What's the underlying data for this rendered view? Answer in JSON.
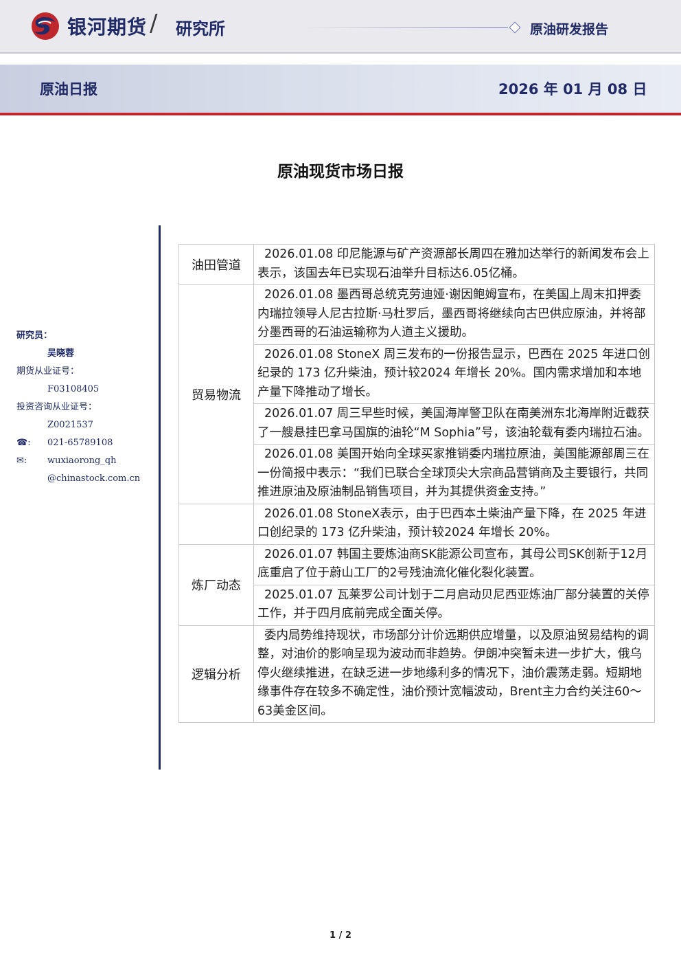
{
  "header": {
    "brand": "银河期货",
    "slash": "/",
    "sub": "研究所",
    "report_type": "原油研发报告",
    "daily": "原油日报",
    "date": "2026 年 01 月 08 日"
  },
  "title": "原油现货市场日报",
  "sidebar": {
    "researcher_label": "研究员：",
    "researcher_name": "吴晓蓉",
    "license_label": "期货从业证号：",
    "license_no": "F03108405",
    "consult_label": "投资咨询从业证号：",
    "consult_no": "Z0021537",
    "phone": "021-65789108",
    "email_line1": "wuxiaorong_qh",
    "email_line2": "@chinastock.com.cn"
  },
  "table": {
    "rows": [
      {
        "category": "油田管道",
        "items": [
          "2026.01.08 印尼能源与矿产资源部长周四在雅加达举行的新闻发布会上表示，该国去年已实现石油举升目标达6.05亿桶。"
        ]
      },
      {
        "category": "贸易物流",
        "items": [
          "2026.01.08 墨西哥总统克劳迪娅·谢因鲍姆宣布，在美国上周末扣押委内瑞拉领导人尼古拉斯·马杜罗后，墨西哥将继续向古巴供应原油，并将部分墨西哥的石油运输称为人道主义援助。",
          "2026.01.08 StoneX 周三发布的一份报告显示，巴西在 2025 年进口创纪录的 173 亿升柴油，预计较2024 年增长 20%。国内需求增加和本地产量下降推动了增长。",
          "2026.01.07 周三早些时候，美国海岸警卫队在南美洲东北海岸附近截获了一艘悬挂巴拿马国旗的油轮“M Sophia”号，该油轮载有委内瑞拉石油。",
          "2026.01.08 美国开始向全球买家推销委内瑞拉原油，美国能源部周三在一份简报中表示：“我们已联合全球顶尖大宗商品营销商及主要银行，共同推进原油及原油制品销售项目，并为其提供资金支持。”"
        ]
      },
      {
        "category": "",
        "items": [
          "2026.01.08 StoneX表示，由于巴西本土柴油产量下降，在 2025 年进口创纪录的 173 亿升柴油，预计较2024 年增长 20%。"
        ]
      },
      {
        "category": "炼厂动态",
        "items": [
          "2026.01.07 韩国主要炼油商SK能源公司宣布，其母公司SK创新于12月底重启了位于蔚山工厂的2号残油流化催化裂化装置。",
          "2025.01.07 瓦莱罗公司计划于二月启动贝尼西亚炼油厂部分装置的关停工作，并于四月底前完成全面关停。"
        ]
      },
      {
        "category": "逻辑分析",
        "items": [
          "委内局势维持现状，市场部分计价远期供应增量，以及原油贸易结构的调整，对油价的影响呈现为波动而非趋势。伊朗冲突暂未进一步扩大，俄乌停火继续推进，在缺乏进一步地缘利多的情况下，油价震荡走弱。短期地缘事件存在较多不确定性，油价预计宽幅波动，Brent主力合约关注60～63美金区间。"
        ]
      }
    ]
  },
  "footer": {
    "page": "1 / 2"
  },
  "colors": {
    "brand_navy": "#1f2a66",
    "brand_red": "#c0272d"
  },
  "icons": {
    "phone": "phone-icon",
    "email": "envelope-icon"
  }
}
